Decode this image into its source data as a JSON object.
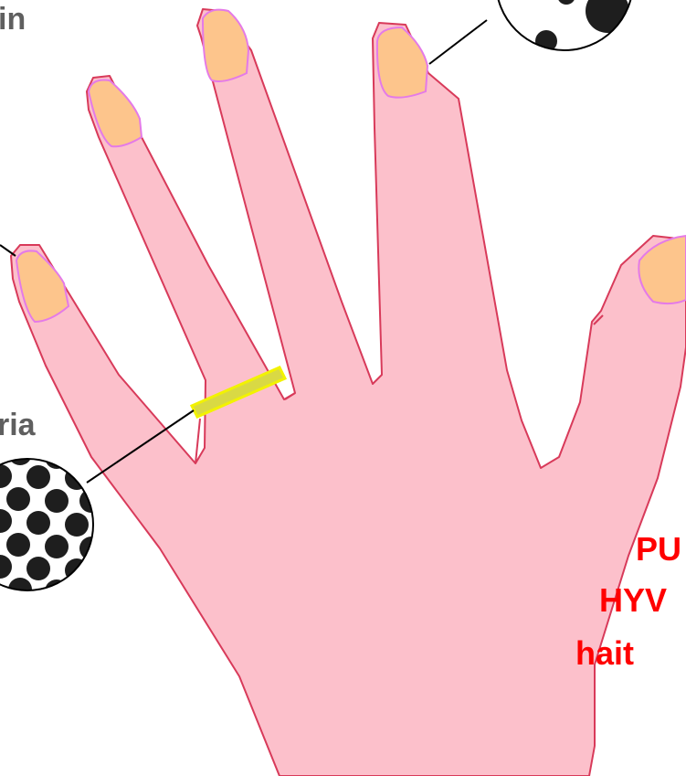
{
  "labels": {
    "top_left_cut": "in",
    "mid_left_cut": "ria",
    "warning_line1": "PU",
    "warning_line2": "HYV",
    "warning_line3": "hait"
  },
  "colors": {
    "skin": "#fcc0cb",
    "skin_outline": "#d83a5a",
    "nail": "#fdc58c",
    "nail_outline": "#e47ae8",
    "ring": "#d9d944",
    "ring_outline": "#f2f200",
    "bacteria_dot": "#1e1e1e",
    "warning_text": "#ff0000",
    "label_text": "#5f5f5f"
  }
}
